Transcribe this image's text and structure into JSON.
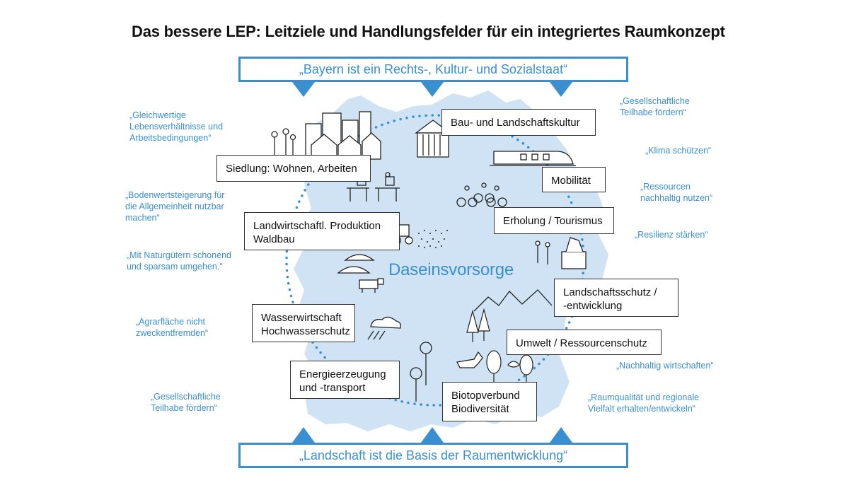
{
  "title": "Das bessere LEP: Leitziele und Handlungsfelder für ein integriertes Raumkonzept",
  "banner_top": "„Bayern ist ein Rechts-, Kultur- und Sozialstaat“",
  "banner_bottom": "„Landschaft ist die Basis der Raumentwicklung“",
  "center_label": "Daseinsvorsorge",
  "fields": {
    "bau": "Bau- und Landschaftskultur",
    "mobilitaet": "Mobilität",
    "erholung": "Erholung / Tourismus",
    "landschaftsschutz_1": "Landschaftsschutz /",
    "landschaftsschutz_2": "-entwicklung",
    "umwelt": "Umwelt / Ressourcenschutz",
    "biotop_1": "Biotopverbund",
    "biotop_2": "Biodiversität",
    "energie_1": "Energieerzeugung",
    "energie_2": "und -transport",
    "wasser_1": "Wasserwirtschaft",
    "wasser_2": "Hochwasserschutz",
    "landwirtschaft_1": "Landwirtschaftl. Produktion",
    "landwirtschaft_2": "Waldbau",
    "siedlung": "Siedlung: Wohnen, Arbeiten"
  },
  "goals_left": [
    [
      "„Gleichwertige",
      "Lebensverhältnisse und",
      "Arbeitsbedingungen“"
    ],
    [
      "„Bodenwertsteigerung für",
      "die Allgemeinheit nutzbar",
      "machen“"
    ],
    [
      "„Mit Naturgütern schonend",
      "und sparsam umgehen.“"
    ],
    [
      "„Agrarfläche nicht",
      "zweckentfremden“"
    ],
    [
      "„Gesellschaftliche",
      "Teilhabe fördern“"
    ]
  ],
  "goals_right": [
    [
      "„Gesellschaftliche",
      "Teilhabe fördern“"
    ],
    [
      "„Klima schützen“"
    ],
    [
      "„Ressourcen",
      "nachhaltig nutzen“"
    ],
    [
      "„Resilienz stärken“"
    ],
    [
      "„Nachhaltig wirtschaften“"
    ],
    [
      "„Raumqualität und regionale",
      "Vielfalt erhalten/entwickeln“"
    ]
  ],
  "colors": {
    "accent": "#3a8fd0",
    "map_fill": "#cfe3f5",
    "text": "#111111"
  },
  "icons": [
    "city-skyline-icon",
    "people-icon",
    "office-workers-icon",
    "classical-building-icon",
    "train-icon",
    "cyclists-icon",
    "hikers-statue-icon",
    "tractor-icon",
    "field-icon",
    "greenhouse-icon",
    "cow-icon",
    "mountains-icon",
    "trees-icon",
    "fox-icon",
    "bird-icon",
    "rain-cloud-icon",
    "wind-turbine-icon",
    "down-arrow-icon",
    "up-arrow-icon"
  ]
}
